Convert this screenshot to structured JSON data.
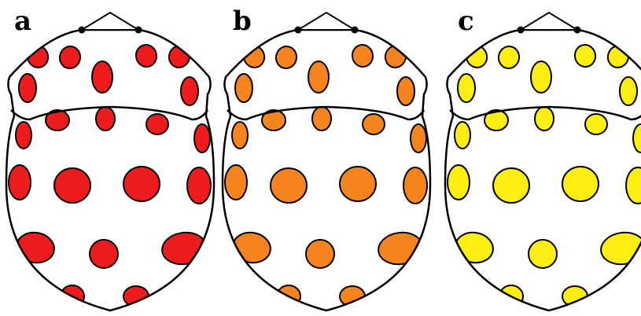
{
  "panels": [
    {
      "label": "a",
      "spot_color": "#ee1c1c"
    },
    {
      "label": "b",
      "spot_color": "#f6841e"
    },
    {
      "label": "c",
      "spot_color": "#fcee13"
    }
  ],
  "outline_color": "#000000",
  "background_color": "#ffffff"
}
